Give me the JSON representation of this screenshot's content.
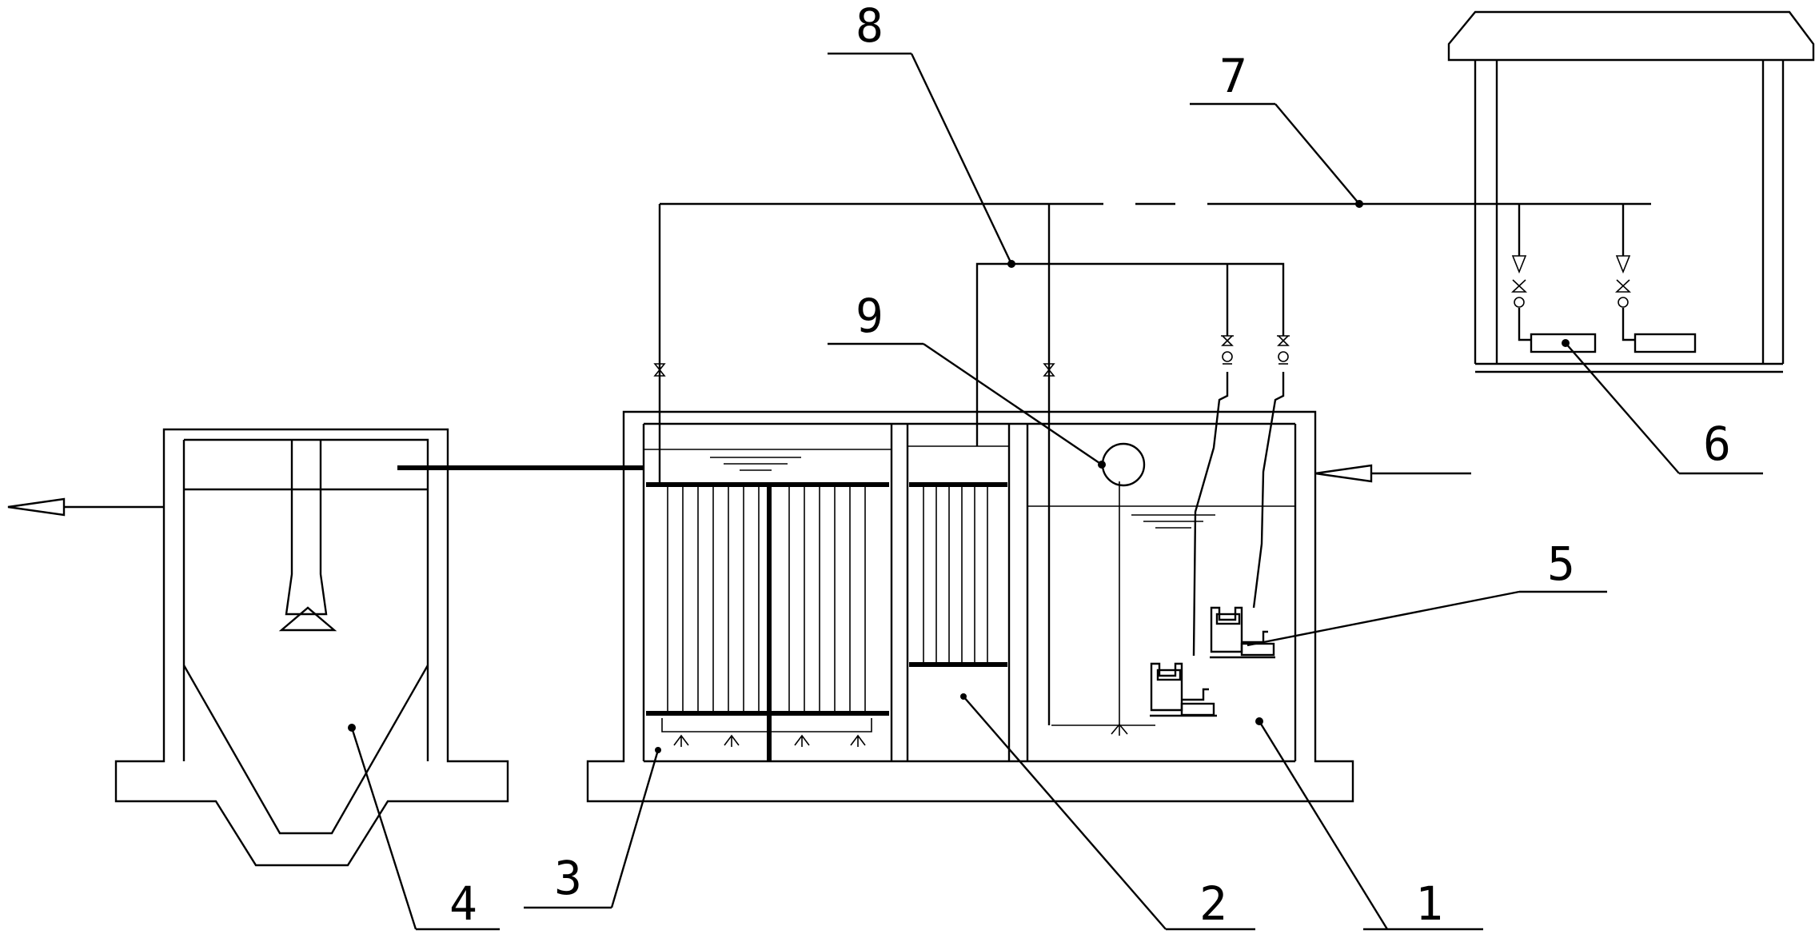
{
  "diagram": {
    "labels": [
      "1",
      "2",
      "3",
      "4",
      "5",
      "6",
      "7",
      "8",
      "9"
    ]
  },
  "colors": {
    "line": "#000000",
    "background": "#ffffff"
  }
}
